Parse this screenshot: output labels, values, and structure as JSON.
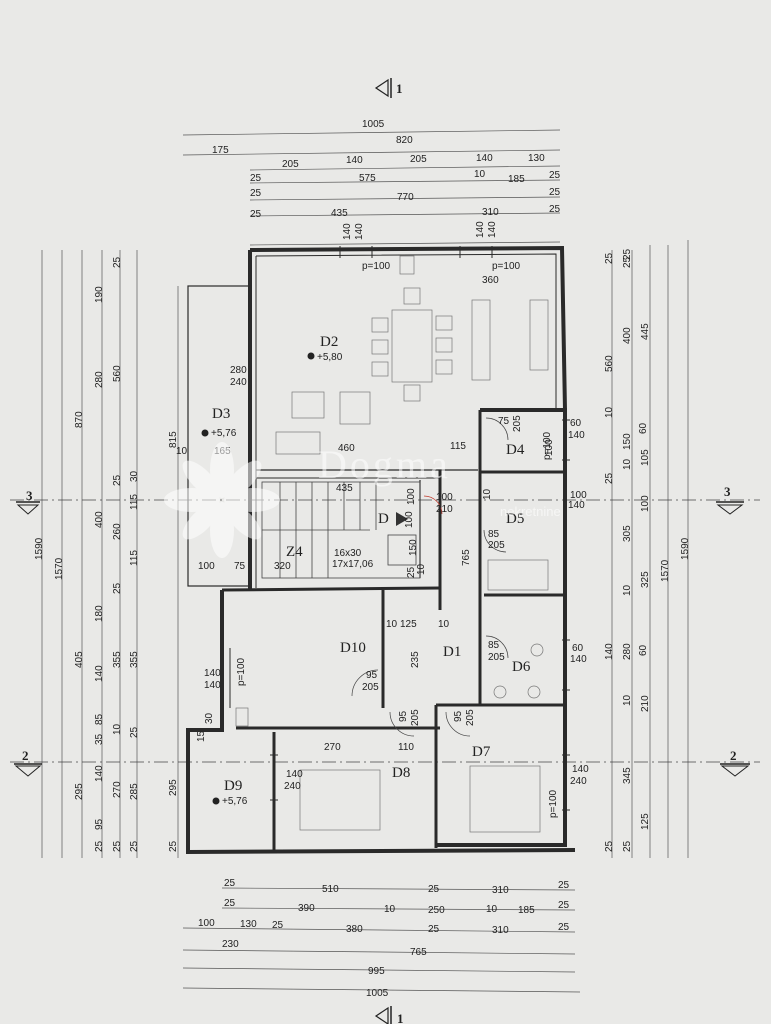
{
  "sections": {
    "top": "1",
    "bottom": "1",
    "left_3": "3",
    "right_3": "3",
    "left_2": "2",
    "right_2": "2"
  },
  "top_dims": {
    "row1": [
      "1005"
    ],
    "row2": [
      "820",
      "175"
    ],
    "row3": [
      "205",
      "140",
      "205",
      "140",
      "130"
    ],
    "row4": [
      "25",
      "575",
      "10",
      "185",
      "25"
    ],
    "row5": [
      "25",
      "770",
      "25"
    ],
    "row6": [
      "25",
      "435",
      "310",
      "25"
    ],
    "row7": [
      "140",
      "140",
      "140",
      "140"
    ]
  },
  "bottom_dims": {
    "row1": [
      "25",
      "510",
      "25",
      "310",
      "25"
    ],
    "row2": [
      "25",
      "390",
      "10",
      "250",
      "10",
      "185",
      "25"
    ],
    "row3": [
      "100",
      "130",
      "25",
      "380",
      "25",
      "310",
      "25"
    ],
    "row4": [
      "230",
      "765"
    ],
    "row5": [
      "995"
    ],
    "row6": [
      "1005"
    ]
  },
  "left_dims": {
    "col1": [
      "1590"
    ],
    "col2": [
      "1570"
    ],
    "col3": [
      "870",
      "405",
      "295"
    ],
    "col4": [
      "190",
      "280",
      "400",
      "180",
      "140",
      "85",
      "35",
      "140",
      "95",
      "25"
    ],
    "col5": [
      "25",
      "560",
      "25",
      "260",
      "25",
      "355",
      "10",
      "270",
      "25"
    ],
    "col6": [
      "30",
      "115",
      "115",
      "355",
      "25",
      "285",
      "25"
    ],
    "col7": [
      "815",
      "295",
      "25"
    ]
  },
  "right_dims": {
    "col1": [
      "1590"
    ],
    "col2": [
      "1570"
    ],
    "col3": [
      "445",
      "150",
      "100",
      "325",
      "210",
      "125"
    ],
    "col4": [
      "25",
      "400",
      "10",
      "305",
      "10",
      "280",
      "10",
      "345",
      "25"
    ],
    "col5": [
      "560",
      "60",
      "105",
      "60",
      "140"
    ],
    "col6": [
      "25",
      "25",
      "10",
      "25",
      "25"
    ]
  },
  "rooms": [
    {
      "id": "D1",
      "label": "D1"
    },
    {
      "id": "D2",
      "label": "D2",
      "elevation": "+5,80"
    },
    {
      "id": "D3",
      "label": "D3",
      "elevation": "+5,76"
    },
    {
      "id": "D4",
      "label": "D4"
    },
    {
      "id": "D5",
      "label": "D5"
    },
    {
      "id": "D6",
      "label": "D6"
    },
    {
      "id": "D7",
      "label": "D7"
    },
    {
      "id": "D8",
      "label": "D8"
    },
    {
      "id": "D9",
      "label": "D9",
      "elevation": "+5,76"
    },
    {
      "id": "D10",
      "label": "D10"
    },
    {
      "id": "Z4",
      "label": "Z4"
    },
    {
      "id": "D",
      "label": "D"
    }
  ],
  "interior_labels": {
    "p_top_left": "p=100",
    "p_top_right": "p=100",
    "w360": "360",
    "w280": "280",
    "w240": "240",
    "w165": "165",
    "w10": "10",
    "w460": "460",
    "w115": "115",
    "w435": "435",
    "w100a": "100",
    "w210": "210",
    "w100b": "100",
    "w150": "150",
    "stairs1": "16x30",
    "stairs2": "17x17,06",
    "w320": "320",
    "w100c": "100",
    "w75": "75",
    "w765": "765",
    "d4_75": "75",
    "d4_205": "205",
    "d4_p": "p=100",
    "d5_85": "85",
    "d5_205": "205",
    "d6_85": "85",
    "d6_205": "205",
    "d10_p": "p=100",
    "d10_140a": "140",
    "d10_140b": "140",
    "d10_95": "95",
    "d10_205": "205",
    "d10_125": "125",
    "d10_10a": "10",
    "d10_10b": "10",
    "d10_235": "235",
    "d8_270": "270",
    "d8_110": "110",
    "d8_95": "95",
    "d8_205": "205",
    "d7_95": "95",
    "d7_205": "205",
    "d7_p": "p=100",
    "d9_140": "140",
    "d9_240": "240",
    "d9_15": "15",
    "d9_30": "30",
    "r_60a": "60",
    "r_140a": "140",
    "r_100": "100",
    "r_140b": "140",
    "r_60b": "60",
    "r_140c": "140",
    "r_140d": "140",
    "r_240": "240",
    "d4_100": "100",
    "d5_10": "10",
    "d_100": "100",
    "d_25": "25",
    "d_10": "10"
  },
  "watermark": {
    "brand": "Dogma",
    "sub": "nekretnine"
  },
  "colors": {
    "paper": "#e9e9e7",
    "line": "#2a2a2a",
    "wall": "#f4f4f2",
    "accent": "#c0392b"
  }
}
